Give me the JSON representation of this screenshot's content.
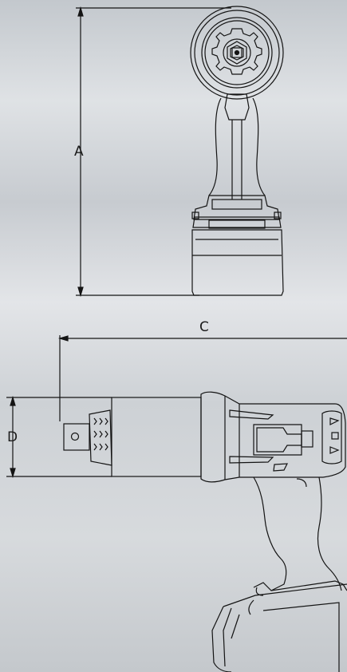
{
  "colors": {
    "background_light": "#d9dce0",
    "background_mid": "#bfc4c9",
    "line": "#141414",
    "fill": "#d0d3d7"
  },
  "dimensions": {
    "a": "A",
    "c": "C",
    "d": "D"
  }
}
